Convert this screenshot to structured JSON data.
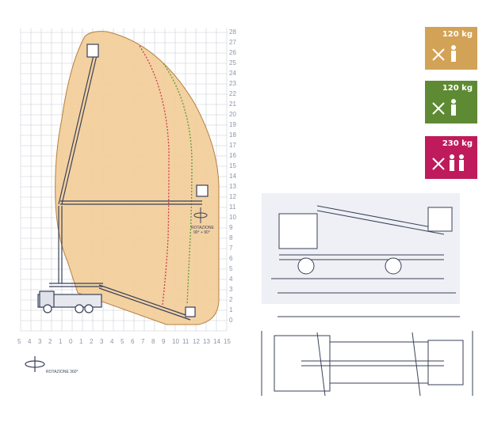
{
  "x_ticks": [
    "5",
    "4",
    "3",
    "2",
    "1",
    "0",
    "1",
    "2",
    "3",
    "4",
    "5",
    "6",
    "7",
    "8",
    "9",
    "10",
    "11",
    "12",
    "13",
    "14",
    "15"
  ],
  "y_ticks": [
    "0",
    "1",
    "2",
    "3",
    "4",
    "5",
    "6",
    "7",
    "8",
    "9",
    "10",
    "11",
    "12",
    "13",
    "14",
    "15",
    "16",
    "17",
    "18",
    "19",
    "20",
    "21",
    "22",
    "23",
    "24",
    "25",
    "26",
    "27",
    "28"
  ],
  "rotation_platform": [
    "ROTAZIONE",
    "90° + 90°"
  ],
  "rotation_turret": "ROTAZIONE 360°",
  "badges": [
    {
      "label": "120 kg",
      "color": "#d2a256",
      "icon": "tools-one-person-icon"
    },
    {
      "label": "120 kg",
      "color": "#5e8a34",
      "icon": "tools-one-person-icon"
    },
    {
      "label": "230 kg",
      "color": "#bf1b5c",
      "icon": "tools-two-persons-icon"
    }
  ],
  "colors": {
    "envelope": "#f3cf9b",
    "envelope_stroke": "#b07a3a",
    "grid": "#c9cdd6",
    "red_line": "#cf3a55",
    "green_line": "#5c9b3c",
    "machine": "#39405a"
  }
}
